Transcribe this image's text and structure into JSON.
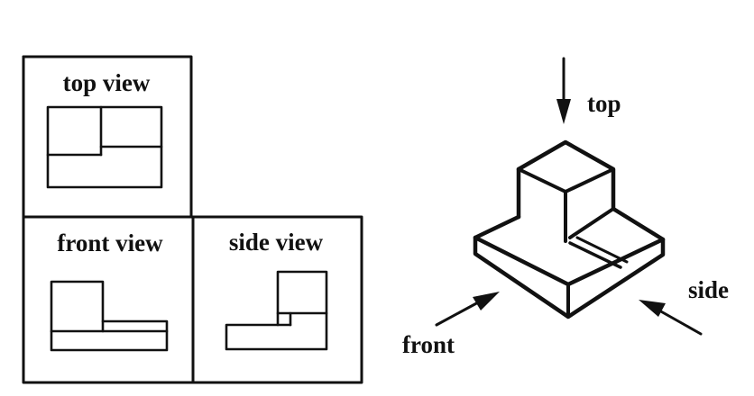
{
  "views": {
    "top_label": "top view",
    "front_label": "front view",
    "side_label": "side view"
  },
  "isometric": {
    "top_label": "top",
    "front_label": "front",
    "side_label": "side"
  },
  "colors": {
    "ink": "#111111",
    "background": "#ffffff"
  }
}
